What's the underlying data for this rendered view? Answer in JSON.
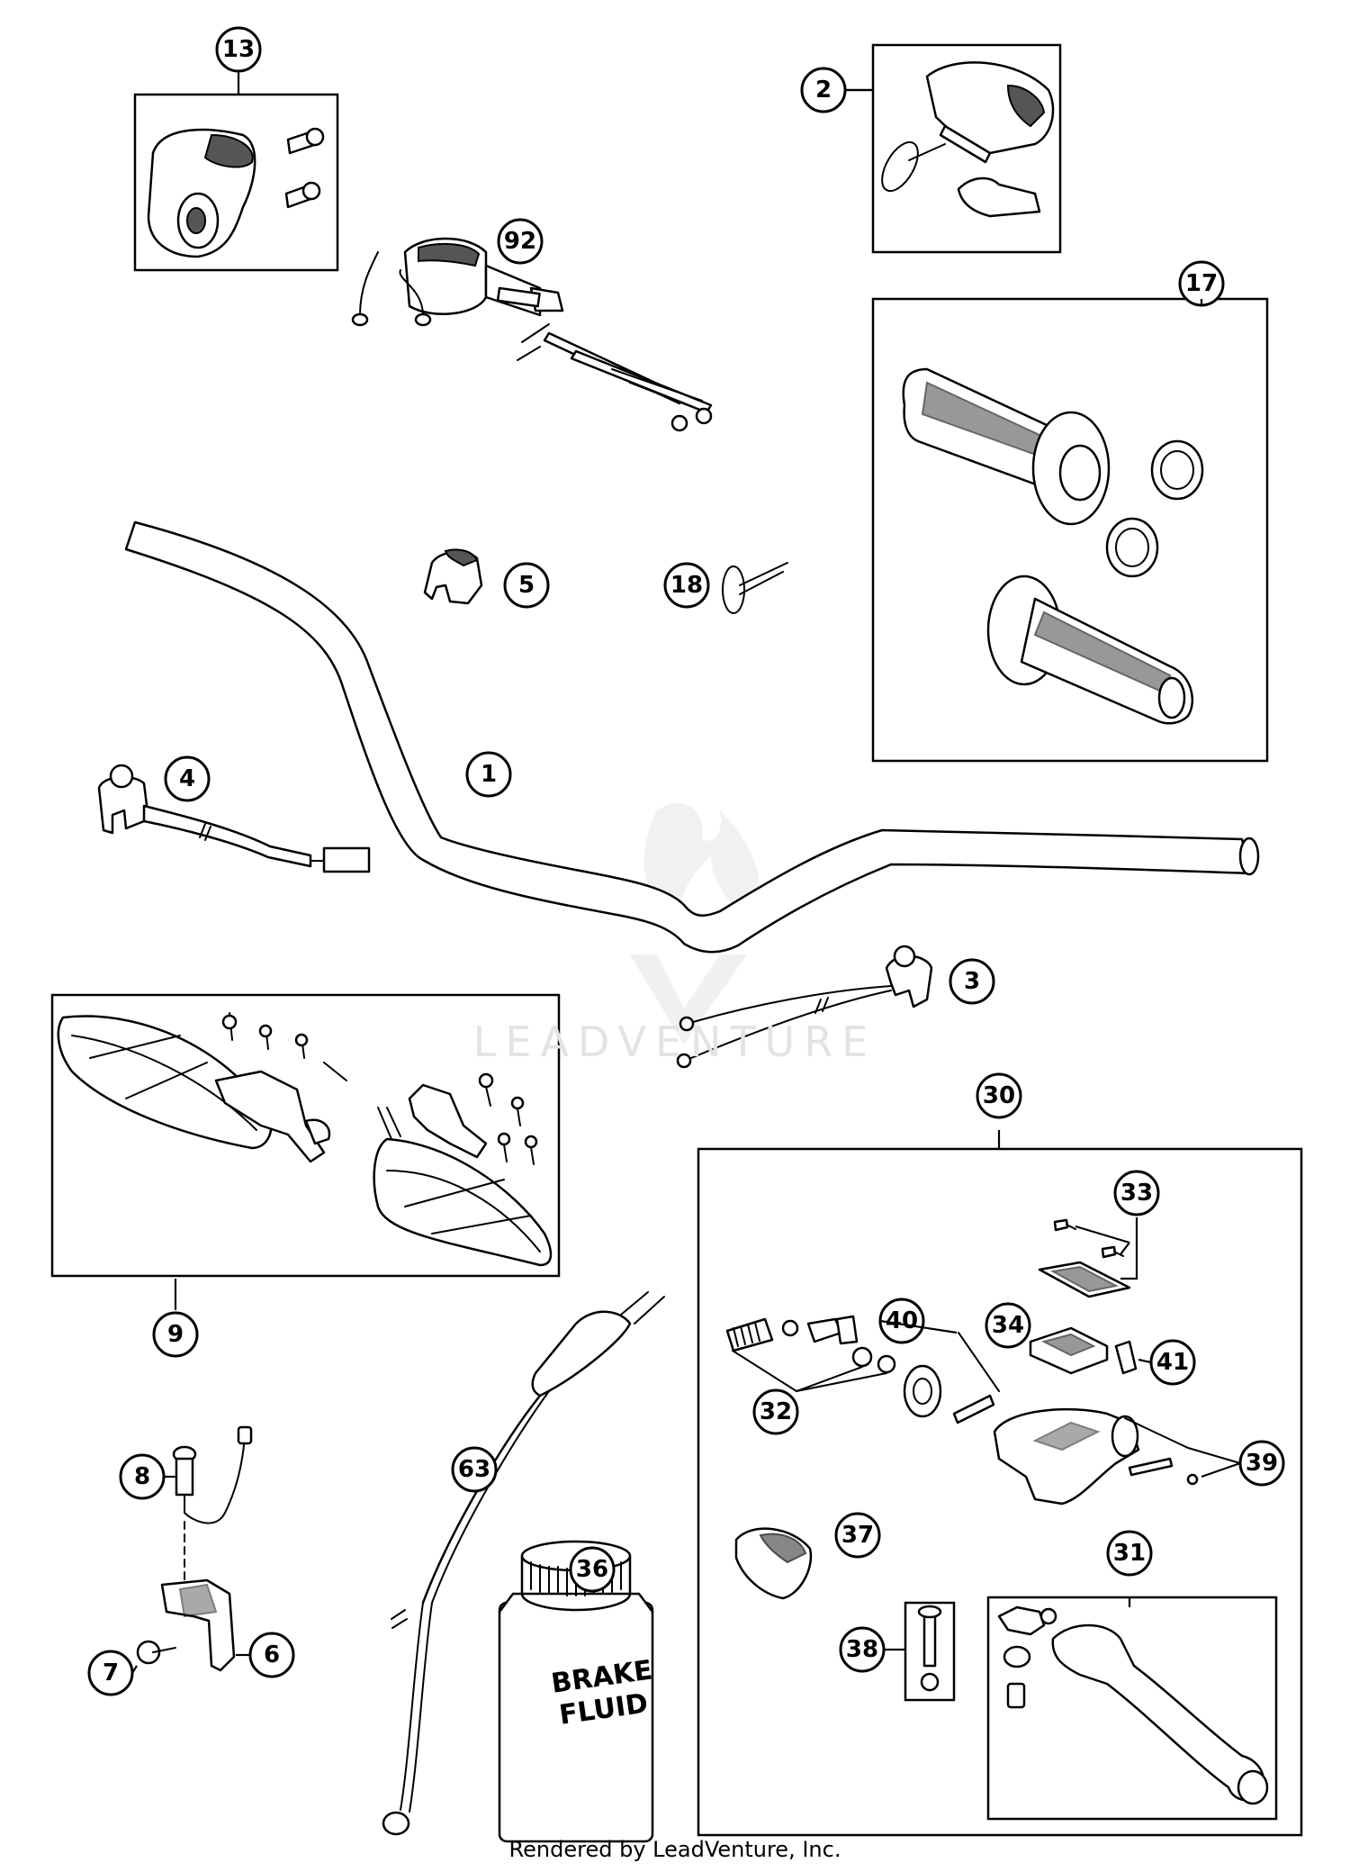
{
  "callouts": {
    "c1": "1",
    "c2": "2",
    "c3": "3",
    "c4": "4",
    "c5": "5",
    "c6": "6",
    "c7": "7",
    "c8": "8",
    "c9": "9",
    "c13": "13",
    "c17": "17",
    "c18": "18",
    "c30": "30",
    "c31": "31",
    "c32": "32",
    "c33": "33",
    "c34": "34",
    "c36": "36",
    "c37": "37",
    "c38": "38",
    "c39": "39",
    "c40": "40",
    "c41": "41",
    "c63": "63",
    "c92": "92"
  },
  "bottle_label": {
    "line1": "BRAKE",
    "line2": "FLUID"
  },
  "watermark": {
    "brand": "LEADVENTURE",
    "logo": "leadventure-flame-logo"
  },
  "footer": {
    "rendered_by": "Rendered by LeadVenture, Inc."
  }
}
